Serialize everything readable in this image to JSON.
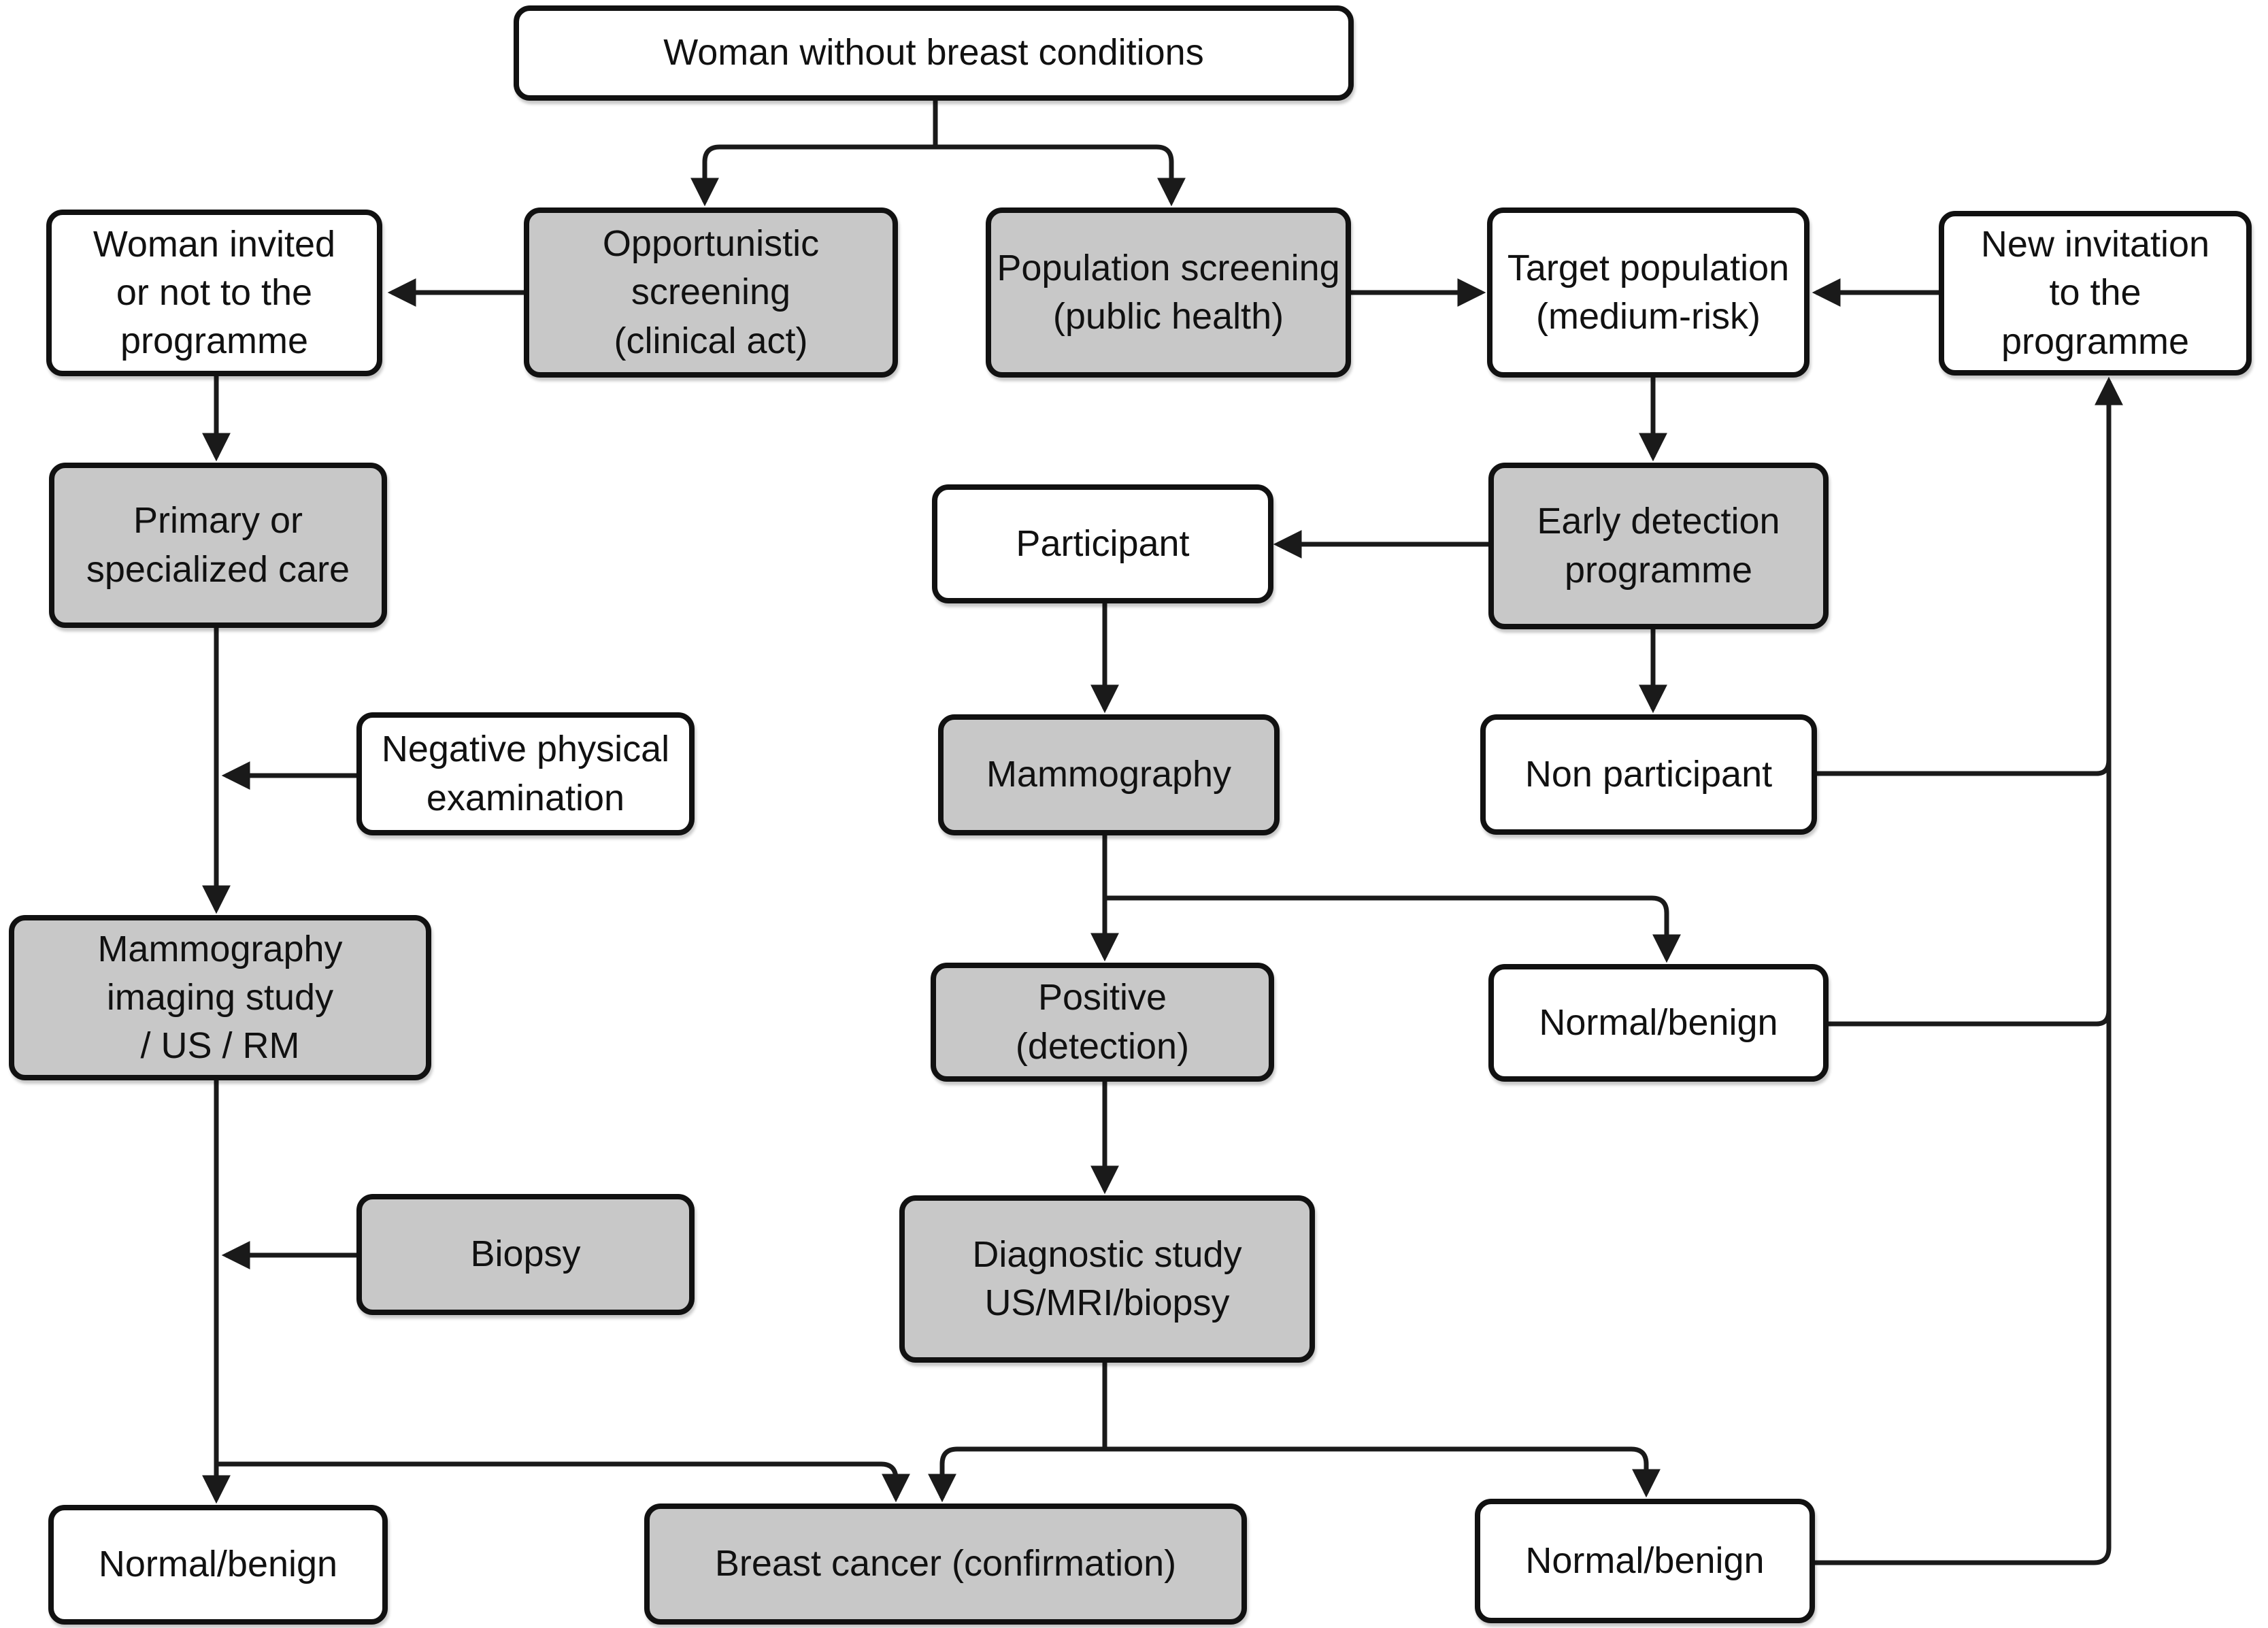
{
  "diagram": {
    "title": "Breast cancer screening pathway flowchart",
    "colors": {
      "box_fill_gray": "#c8c8c8",
      "box_fill_white": "#ffffff",
      "box_border": "#111111",
      "line": "#1a1a1a",
      "text": "#111111",
      "background": "#ffffff"
    },
    "nodes": {
      "woman_without": {
        "label": "Woman without breast conditions",
        "variant": "white"
      },
      "woman_invited": {
        "label": "Woman invited\nor not to the\nprogramme",
        "variant": "white"
      },
      "opportunistic": {
        "label": "Opportunistic\nscreening\n(clinical act)",
        "variant": "gray"
      },
      "population_screening": {
        "label": "Population screening\n(public health)",
        "variant": "gray"
      },
      "target_population": {
        "label": "Target population\n(medium-risk)",
        "variant": "white"
      },
      "new_invitation": {
        "label": "New invitation\nto the\nprogramme",
        "variant": "white"
      },
      "primary_care": {
        "label": "Primary or\nspecialized care",
        "variant": "gray"
      },
      "participant": {
        "label": "Participant",
        "variant": "white"
      },
      "early_detection": {
        "label": "Early detection\nprogramme",
        "variant": "gray"
      },
      "negative_exam": {
        "label": "Negative physical\nexamination",
        "variant": "white"
      },
      "mammography": {
        "label": "Mammography",
        "variant": "gray"
      },
      "non_participant": {
        "label": "Non participant",
        "variant": "white"
      },
      "mammo_imaging": {
        "label": "Mammography\nimaging study\n/ US / RM",
        "variant": "gray"
      },
      "positive_detection": {
        "label": "Positive\n(detection)",
        "variant": "gray"
      },
      "normal_benign_mid": {
        "label": "Normal/benign",
        "variant": "white"
      },
      "biopsy": {
        "label": "Biopsy",
        "variant": "gray"
      },
      "diagnostic_study": {
        "label": "Diagnostic study\nUS/MRI/biopsy",
        "variant": "gray"
      },
      "normal_benign_left": {
        "label": "Normal/benign",
        "variant": "white"
      },
      "breast_cancer": {
        "label": "Breast cancer (confirmation)",
        "variant": "gray"
      },
      "normal_benign_right": {
        "label": "Normal/benign",
        "variant": "white"
      }
    }
  }
}
